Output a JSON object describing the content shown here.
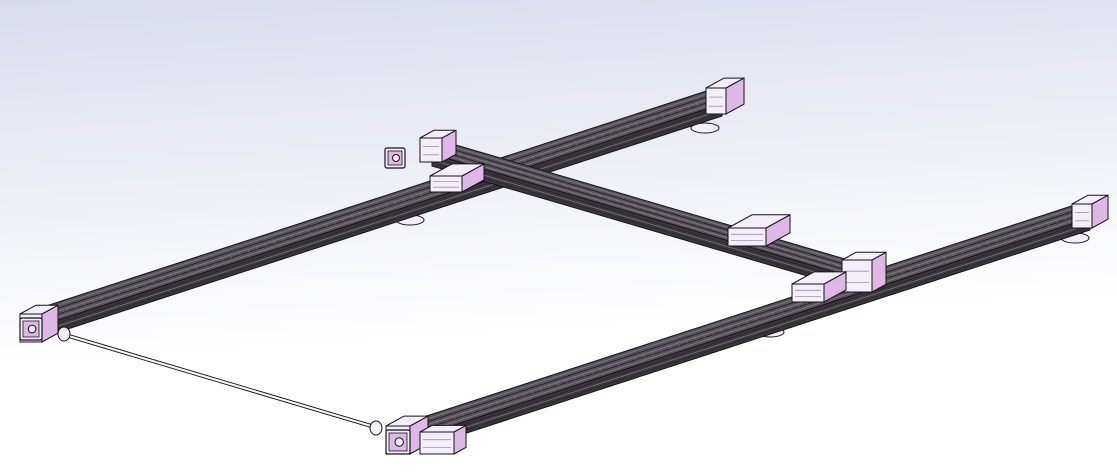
{
  "scene": {
    "colors": {
      "background_top": "#d9dcec",
      "background_bottom": "#ffffff",
      "rail_dark": "#3a363c",
      "rail_mid": "#575259",
      "rail_light": "#8c8791",
      "block_face": "#f4eef8",
      "block_pink": "#ddb8e4",
      "block_shadow": "#9b93a0",
      "outline": "#16131a",
      "shaft": "#f7f7f9"
    },
    "components": {
      "rails": [
        "left-rail",
        "right-rail",
        "cross-beam"
      ],
      "motors": [
        "motor-left-front",
        "motor-right-front",
        "motor-cross-beam"
      ],
      "carriages": [
        "carriage-left",
        "carriage-right",
        "carriage-cross-beam"
      ],
      "shaft": "sync-shaft"
    }
  }
}
